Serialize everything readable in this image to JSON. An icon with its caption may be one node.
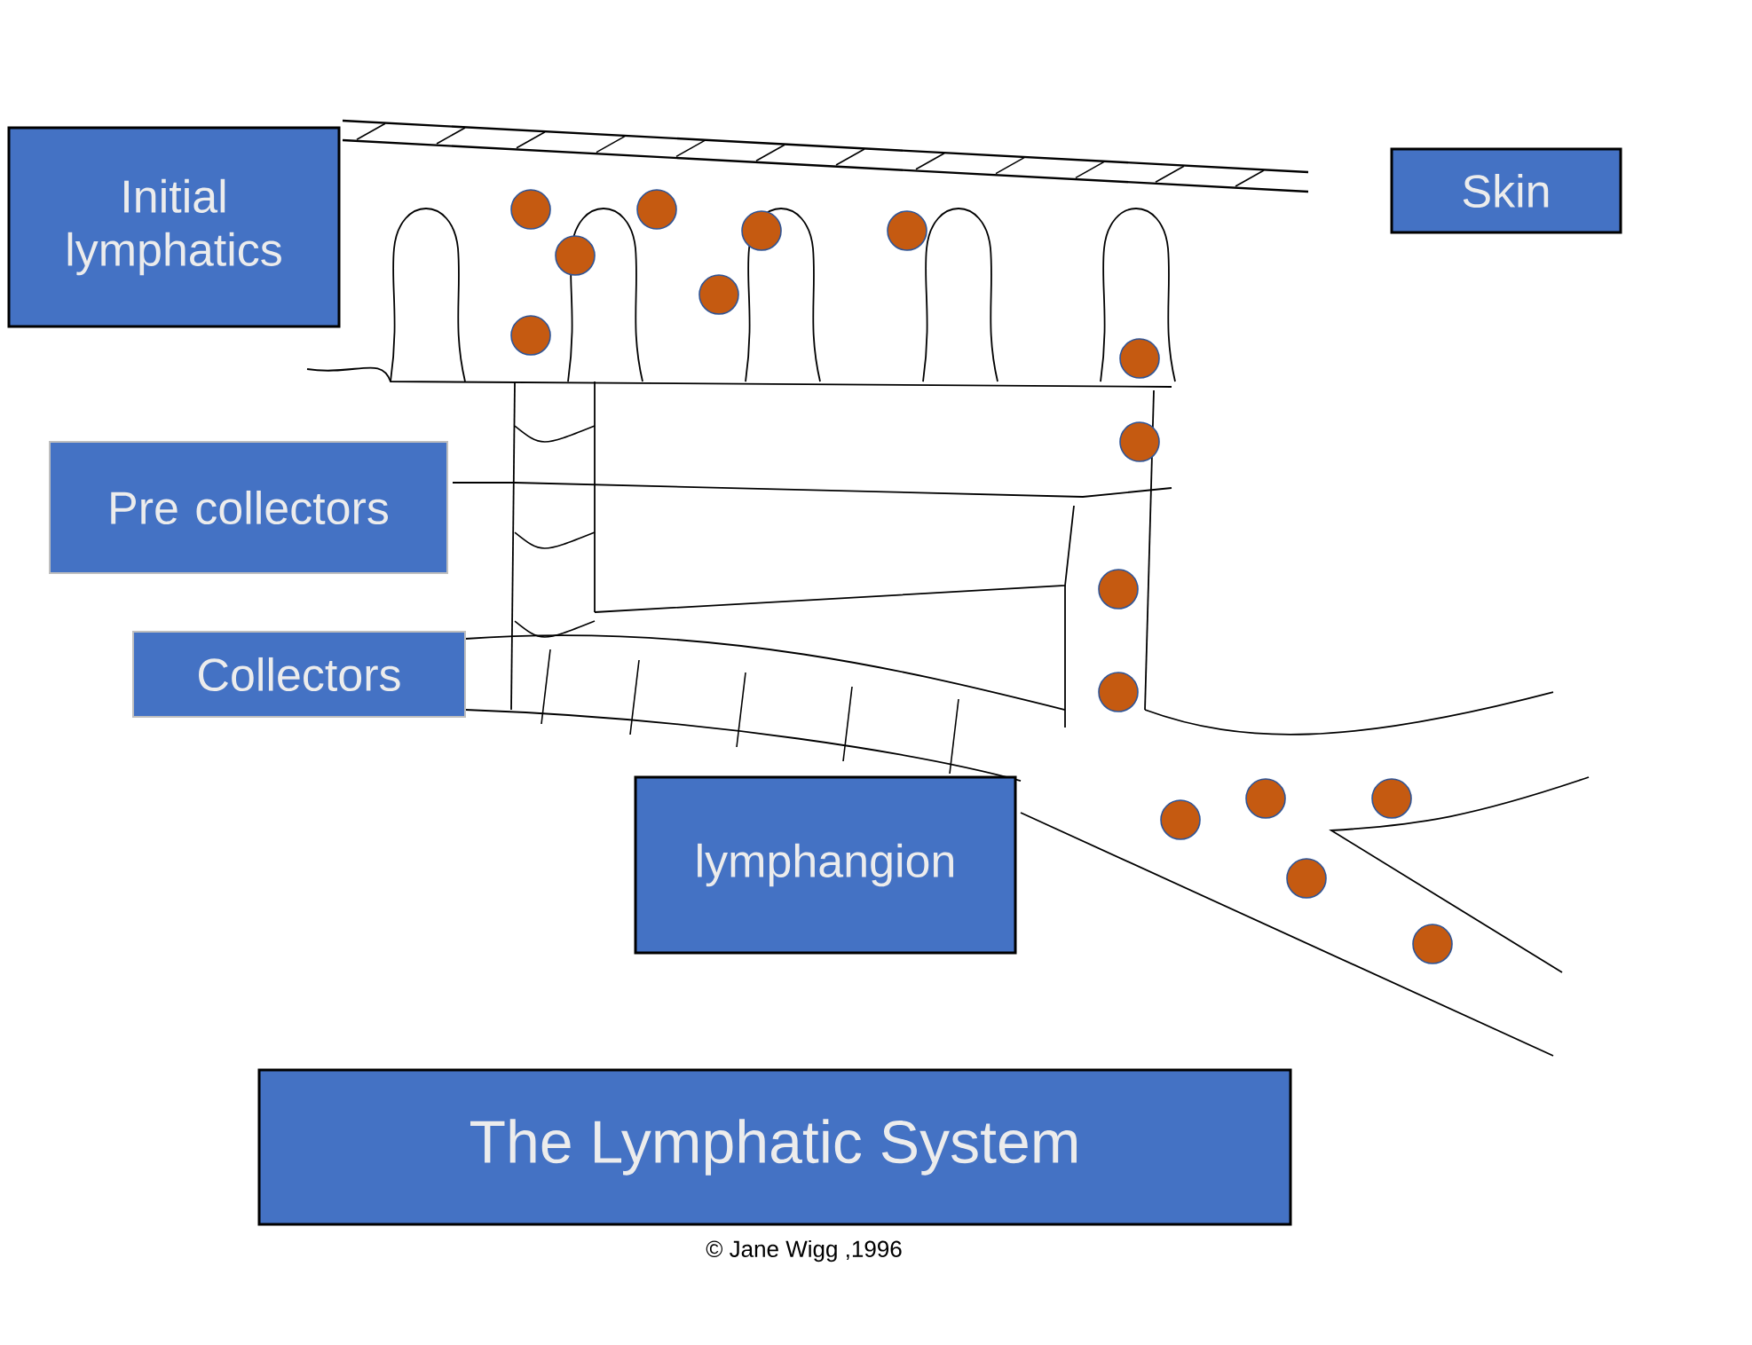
{
  "diagram": {
    "title": "The Lymphatic System",
    "caption": "© Jane Wigg ,1996",
    "nodes": [
      {
        "text": [
          "Initial lymphatics"
        ]
      },
      {
        "text": [
          "Skin"
        ]
      },
      {
        "text": [
          "Pre collectors"
        ]
      },
      {
        "text": [
          "Collectors"
        ]
      },
      {
        "text": [
          "lymphangion"
        ]
      }
    ]
  }
}
